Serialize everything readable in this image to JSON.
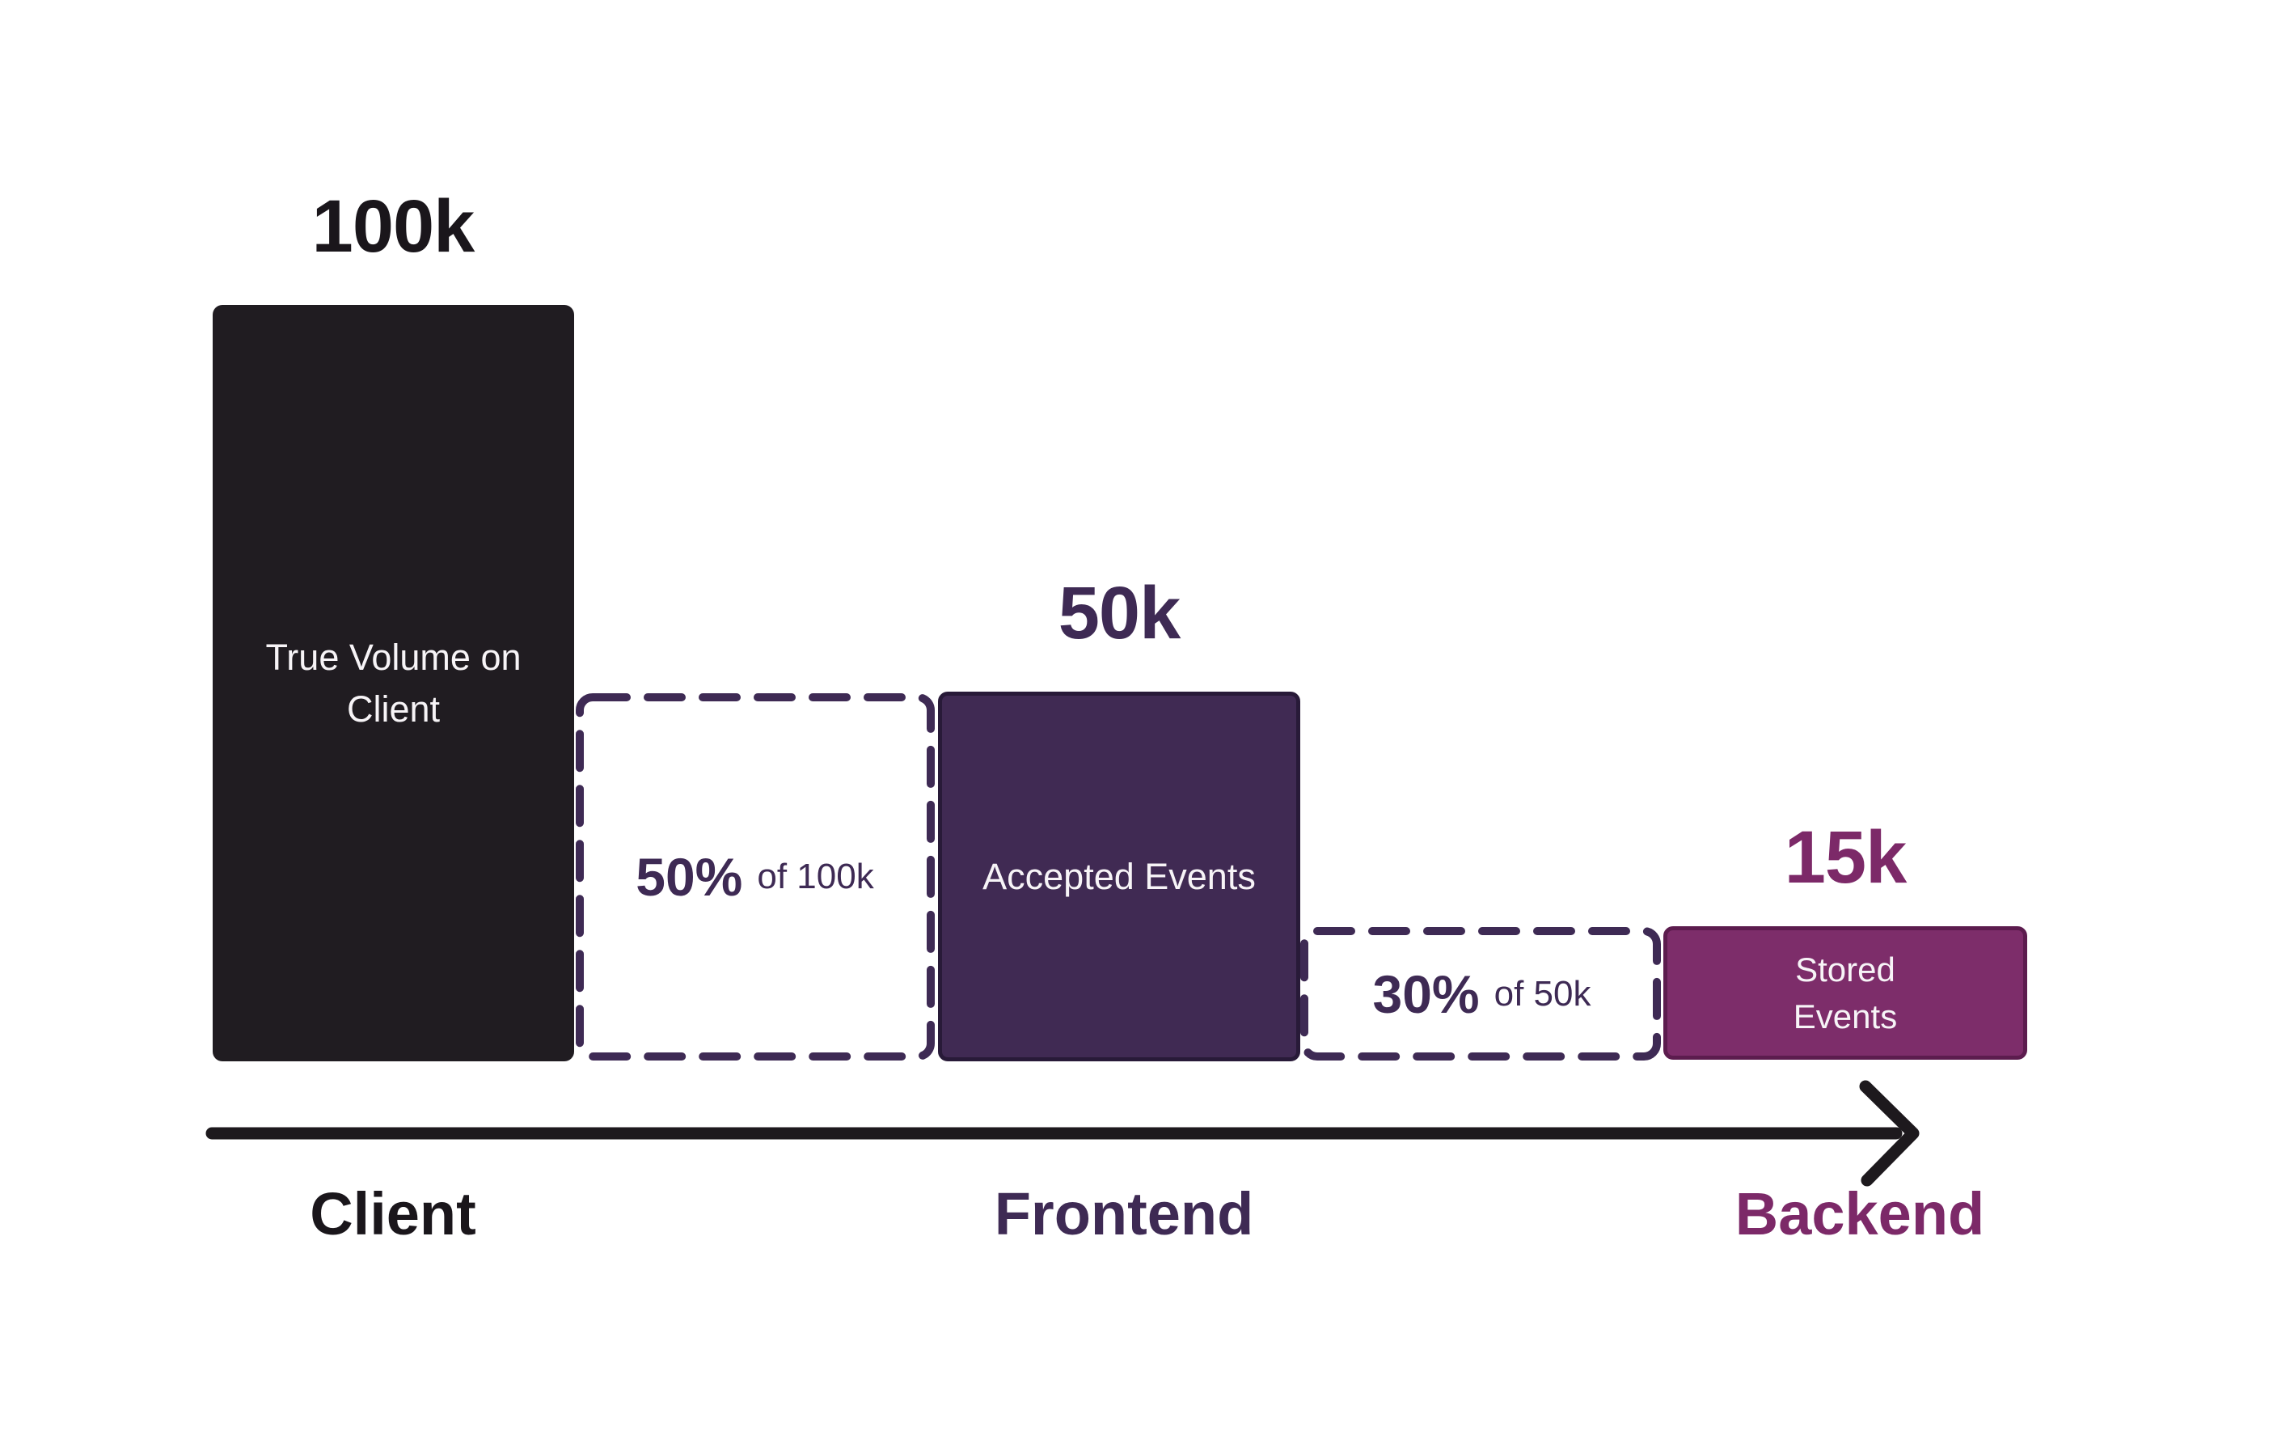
{
  "colors": {
    "background": "#ffffff",
    "ink-bar": "#201c21",
    "ink-text": "#1a161b",
    "ink-arrow": "#1d191d",
    "violet": "#3e2a54",
    "violet-fill": "#402a53",
    "violet-border": "#281a38",
    "plum-fill": "#7d2d6a",
    "plum-border": "#5c1c4e",
    "plum-text": "#7c2968",
    "white-text": "#f7f4f7"
  },
  "chart_data": {
    "type": "bar",
    "subtype": "event-volume-funnel",
    "title": "",
    "categories": [
      "Client",
      "Frontend",
      "Backend"
    ],
    "values": [
      100000,
      50000,
      15000
    ],
    "value_labels": [
      "100k",
      "50k",
      "15k"
    ],
    "bar_labels": [
      "True Volume on Client",
      "Accepted Events",
      "Stored Events"
    ],
    "drop_annotations": [
      "50% of 100k",
      "30% of 50k"
    ],
    "x_axis": "flow arrow from Client to Backend",
    "legend": "none",
    "grid": "off"
  },
  "stages": [
    {
      "value_label": "100k",
      "bar_line1": "True Volume on",
      "bar_line2": "Client",
      "axis_label": "Client"
    },
    {
      "value_label": "50k",
      "bar_line1": "Accepted Events",
      "axis_label": "Frontend"
    },
    {
      "value_label": "15k",
      "bar_line1": "Stored",
      "bar_line2": "Events",
      "axis_label": "Backend"
    }
  ],
  "drops": [
    {
      "pct": "50%",
      "basis": "of 100k"
    },
    {
      "pct": "30%",
      "basis": "of 50k"
    }
  ]
}
